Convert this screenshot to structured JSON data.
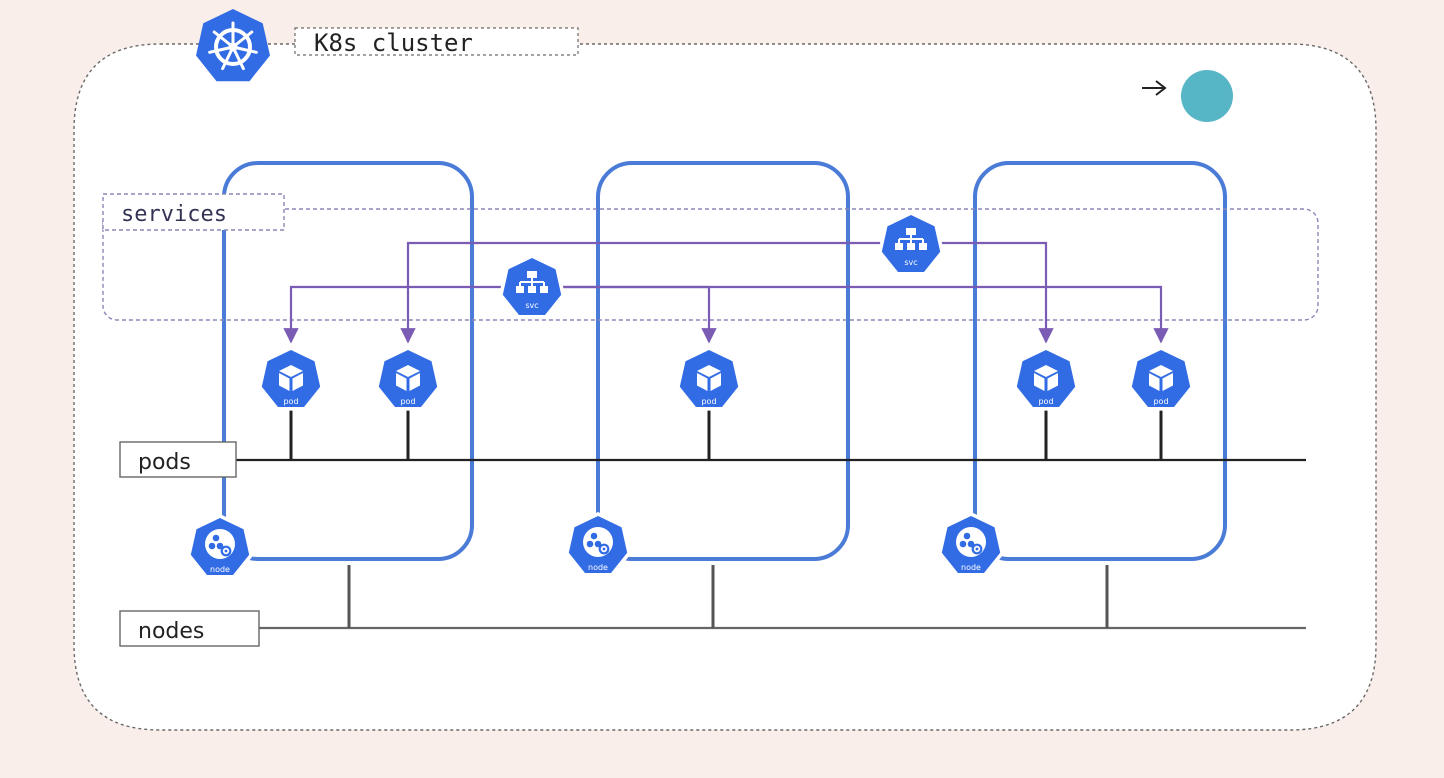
{
  "cluster": {
    "title": "K8s cluster",
    "icon": "kubernetes-wheel-icon"
  },
  "layers": {
    "services_label": "services",
    "pods_label": "pods",
    "nodes_label": "nodes"
  },
  "icon_labels": {
    "pod": "pod",
    "svc": "svc",
    "node": "node"
  },
  "colors": {
    "background": "#f9eeea",
    "cluster_fill": "#ffffff",
    "k8s_blue": "#326ce5",
    "node_border": "#4a7bd6",
    "service_line": "#7b5cb5",
    "pointer_dot": "#56b6c6"
  }
}
